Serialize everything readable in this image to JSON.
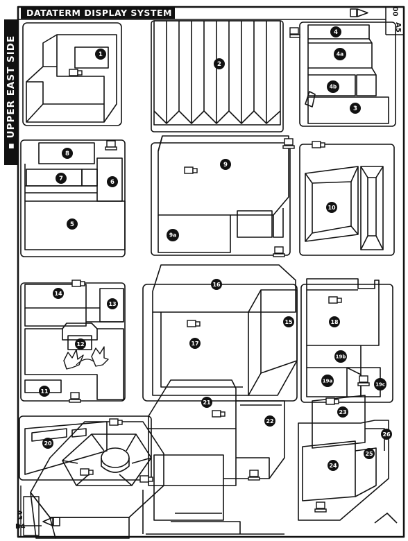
{
  "header": {
    "title": "DATATERM DISPLAY SYSTEM",
    "grid_code": "00"
  },
  "district": "▪ UPPER EAST SIDE",
  "sheet_codes": {
    "right_top": "A5",
    "left_bottom_a": "A3",
    "left_bottom_b": "B4"
  },
  "building_labels": [
    {
      "id": "b1",
      "label": "1"
    },
    {
      "id": "b2",
      "label": "2"
    },
    {
      "id": "b3",
      "label": "3"
    },
    {
      "id": "b4",
      "label": "4"
    },
    {
      "id": "b4a",
      "label": "4a"
    },
    {
      "id": "b4b",
      "label": "4b"
    },
    {
      "id": "b5",
      "label": "5"
    },
    {
      "id": "b6",
      "label": "6"
    },
    {
      "id": "b7",
      "label": "7"
    },
    {
      "id": "b8",
      "label": "8"
    },
    {
      "id": "b9",
      "label": "9"
    },
    {
      "id": "b9a",
      "label": "9a"
    },
    {
      "id": "b10",
      "label": "10"
    },
    {
      "id": "b11",
      "label": "11"
    },
    {
      "id": "b12",
      "label": "12"
    },
    {
      "id": "b13",
      "label": "13"
    },
    {
      "id": "b14",
      "label": "14"
    },
    {
      "id": "b15",
      "label": "15"
    },
    {
      "id": "b16",
      "label": "16"
    },
    {
      "id": "b17",
      "label": "17"
    },
    {
      "id": "b18",
      "label": "18"
    },
    {
      "id": "b19a",
      "label": "19a"
    },
    {
      "id": "b19b",
      "label": "19b"
    },
    {
      "id": "b19c",
      "label": "19c"
    },
    {
      "id": "b20",
      "label": "20"
    },
    {
      "id": "b21",
      "label": "21"
    },
    {
      "id": "b22",
      "label": "22"
    },
    {
      "id": "b23",
      "label": "23"
    },
    {
      "id": "b24",
      "label": "24"
    },
    {
      "id": "b25",
      "label": "25"
    },
    {
      "id": "b26",
      "label": "26"
    }
  ],
  "colors": {
    "ink": "#111111",
    "paper": "#ffffff",
    "shade": "#d9d9d9"
  }
}
